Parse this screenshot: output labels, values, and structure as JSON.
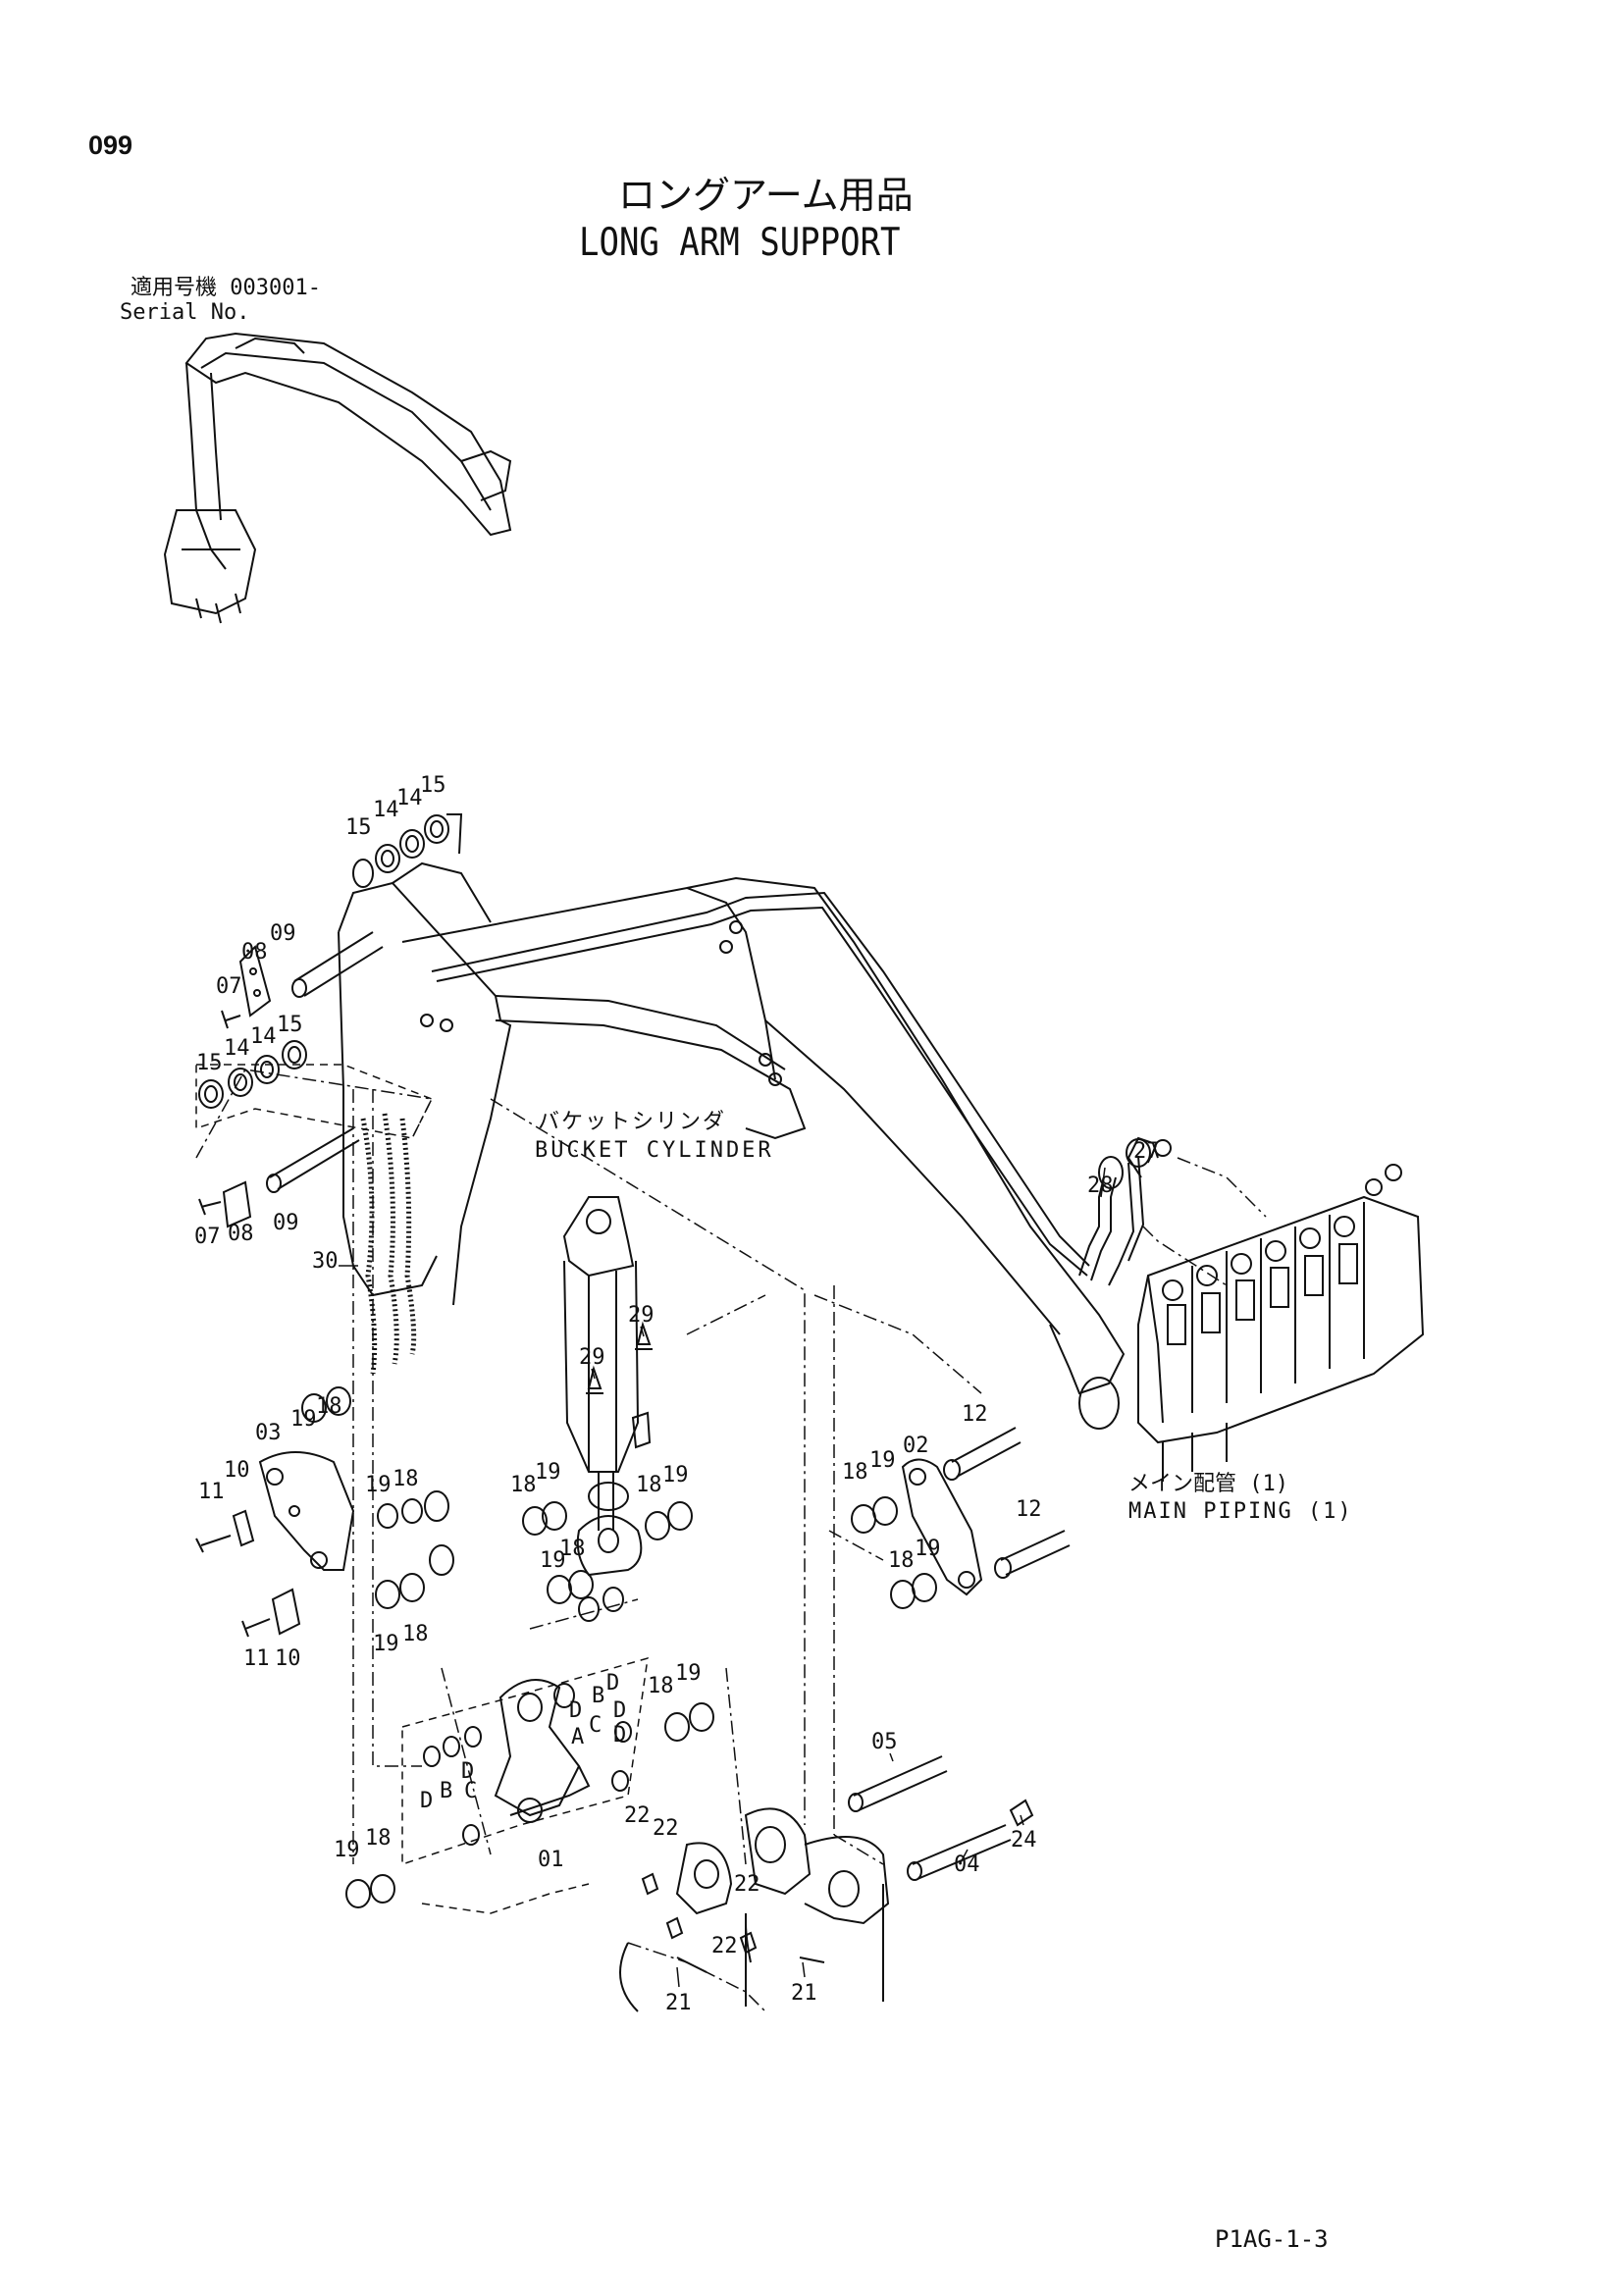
{
  "page_number": "099",
  "title_jp": "ロングアーム用品",
  "title_en": "LONG ARM SUPPORT",
  "serial_jp": "適用号機 003001-",
  "serial_en": "Serial No.",
  "bucket_cylinder_jp": "バケットシリンダ",
  "bucket_cylinder_en": "BUCKET CYLINDER",
  "main_piping_jp": "メイン配管 (1)",
  "main_piping_en": "MAIN PIPING (1)",
  "footer_code": "P1AG-1-3",
  "part_labels": [
    "15",
    "14",
    "14",
    "15",
    "08",
    "09",
    "07",
    "15",
    "14",
    "14",
    "15",
    "07",
    "08",
    "09",
    "30",
    "29",
    "29",
    "27",
    "28",
    "03",
    "19",
    "18",
    "10",
    "11",
    "19",
    "18",
    "11",
    "10",
    "19",
    "18",
    "18",
    "19",
    "18",
    "19",
    "19",
    "18",
    "18",
    "19",
    "02",
    "12",
    "18",
    "19",
    "12",
    "18",
    "19",
    "D",
    "B",
    "D",
    "D",
    "A",
    "C",
    "D",
    "D",
    "B",
    "D",
    "C",
    "19",
    "18",
    "01",
    "05",
    "22",
    "22",
    "24",
    "04",
    "22",
    "22",
    "21",
    "21"
  ]
}
